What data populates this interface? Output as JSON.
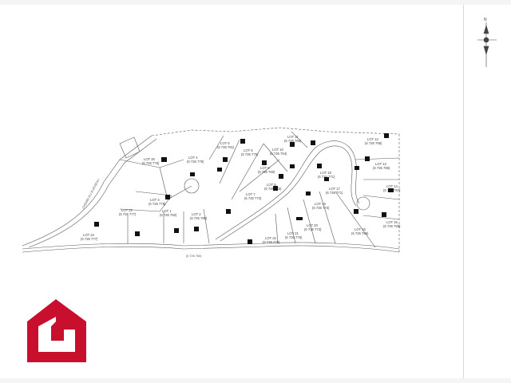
{
  "lots": [
    {
      "label": "LOT 25",
      "ref": "(6 726 775)"
    },
    {
      "label": "LOT 4",
      "ref": "(6 726 779)"
    },
    {
      "label": "LOT 3",
      "ref": "(6 726 778)"
    },
    {
      "label": "LOT 2",
      "ref": "(6 726 780)"
    },
    {
      "label": "LOT 1",
      "ref": "(6 726 782)"
    },
    {
      "label": "LOT 5",
      "ref": "(6 726 781)"
    },
    {
      "label": "LOT 6",
      "ref": "(6 726 776)"
    },
    {
      "label": "LOT 7",
      "ref": "(6 726 774)"
    },
    {
      "label": "LOT 8",
      "ref": "(6 726 780)"
    },
    {
      "label": "LOT 9",
      "ref": "(6 726 783)"
    },
    {
      "label": "LOT 10",
      "ref": "(6 726 764)"
    },
    {
      "label": "LOT 11",
      "ref": "(6 726 766)"
    },
    {
      "label": "LOT 12",
      "ref": "(6 726 768)"
    },
    {
      "label": "LOT 13",
      "ref": "(6 726 785)"
    },
    {
      "label": "LOT 14",
      "ref": "(6 726 787)"
    },
    {
      "label": "LOT 15",
      "ref": "(6 726 789)"
    },
    {
      "label": "LOT 16",
      "ref": "(6 726 789)"
    },
    {
      "label": "LOT 17",
      "ref": "(6 726 771)"
    },
    {
      "label": "LOT 18",
      "ref": "(6 726 771)"
    },
    {
      "label": "LOT 19",
      "ref": "(6 726 773)"
    },
    {
      "label": "LOT 20",
      "ref": "(6 726 773)"
    },
    {
      "label": "LOT 21",
      "ref": "(6 726 775)"
    },
    {
      "label": "LOT 22",
      "ref": "(6 726 776)"
    },
    {
      "label": "LOT 23",
      "ref": "(6 726 777)"
    },
    {
      "label": "LOT 24",
      "ref": "(6 726 777)"
    }
  ],
  "roads": {
    "main": "(6 726 760)",
    "west": "CHEMIN DU RUISSEAU"
  },
  "compass": {
    "north": "N"
  },
  "colors": {
    "logo": "#c8102e",
    "lines": "#555555",
    "building": "#111111"
  }
}
